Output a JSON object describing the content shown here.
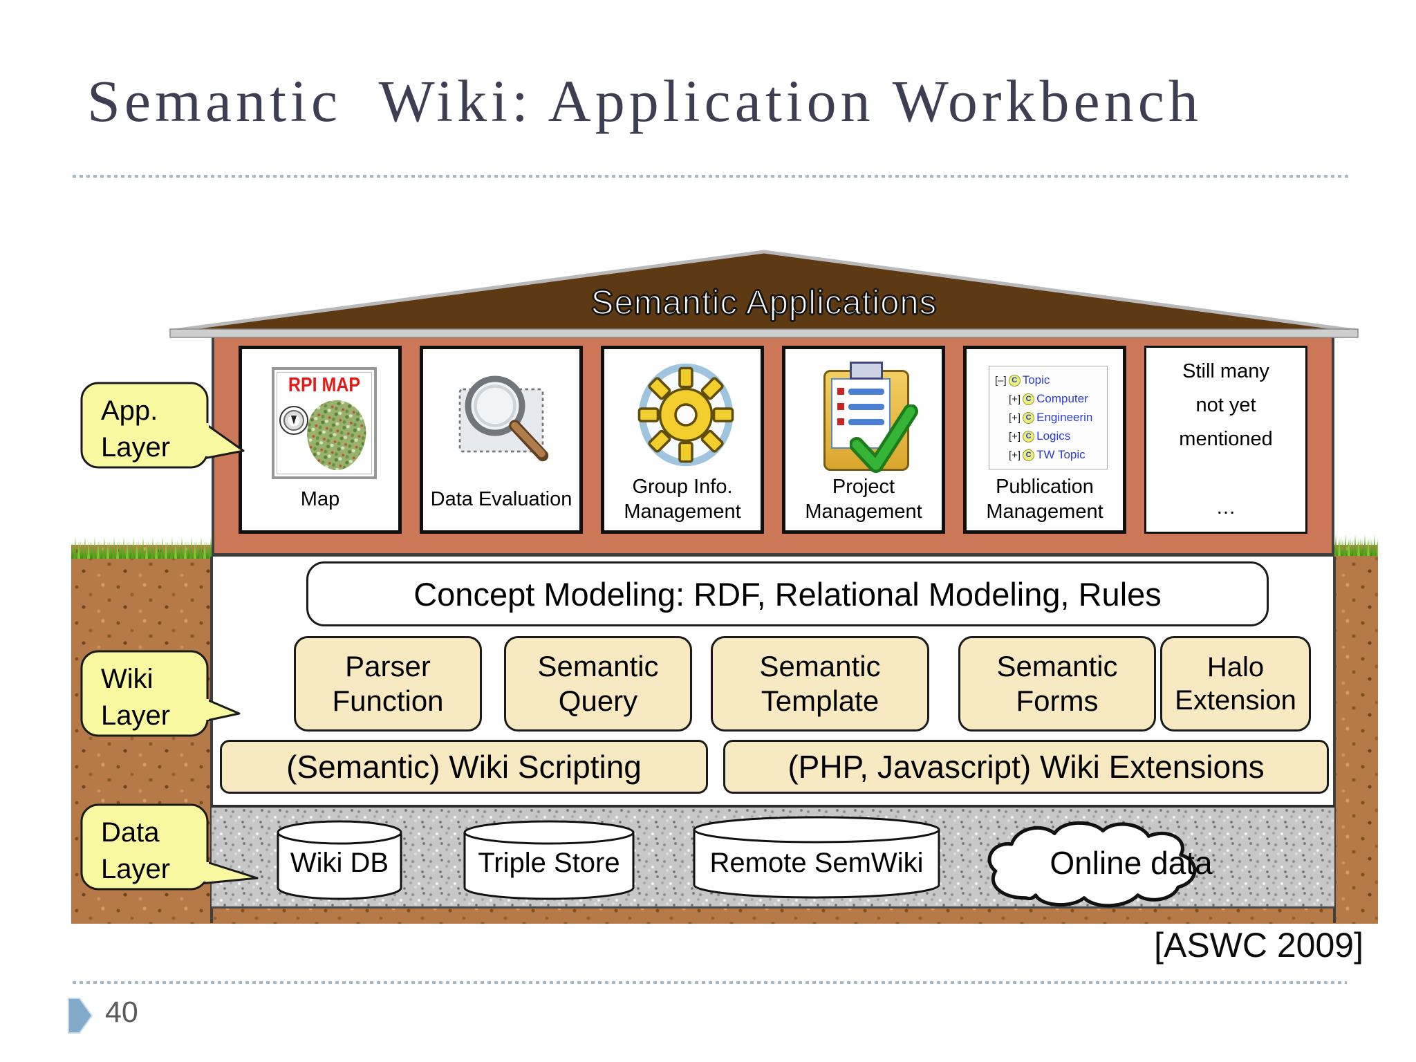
{
  "slide": {
    "title": "Semantic  Wiki: Application Workbench",
    "citation": "[ASWC 2009]",
    "page_number": "40"
  },
  "roof": {
    "label": "Semantic Applications"
  },
  "callouts": {
    "app": "App.\nLayer",
    "wiki": "Wiki\nLayer",
    "data": "Data\nLayer"
  },
  "app_layer": {
    "boxes": [
      {
        "label": "Map",
        "rpi_title": "RPI MAP"
      },
      {
        "label": "Data Evaluation"
      },
      {
        "label": "Group Info.\nManagement"
      },
      {
        "label": "Project\nManagement"
      },
      {
        "label": "Publication\nManagement",
        "tree": [
          {
            "toggle": "[–]",
            "name": "Topic"
          },
          {
            "toggle": "[+]",
            "name": "Computer"
          },
          {
            "toggle": "[+]",
            "name": "Engineerin"
          },
          {
            "toggle": "[+]",
            "name": "Logics"
          },
          {
            "toggle": "[+]",
            "name": "TW Topic"
          }
        ],
        "class_icon_letter": "C"
      },
      {
        "label": "Still many\nnot yet\nmentioned\n\n…"
      }
    ]
  },
  "wiki_layer": {
    "concept_bar": "Concept Modeling: RDF, Relational Modeling, Rules",
    "modules": [
      "Parser\nFunction",
      "Semantic\nQuery",
      "Semantic\nTemplate",
      "Semantic\nForms",
      "Halo\nExtension"
    ],
    "scripting_bar": "(Semantic) Wiki Scripting",
    "extensions_bar": "(PHP, Javascript) Wiki Extensions"
  },
  "data_layer": {
    "stores": [
      "Wiki DB",
      "Triple Store",
      "Remote SemWiki"
    ],
    "cloud": "Online data"
  },
  "colors": {
    "wall_salmon": "#cb7758",
    "roof_brown": "#5e3a14",
    "callout_yellow": "#f8f9a0",
    "module_cream": "#f7eac2",
    "grass_green": "#6ec32d",
    "soil_brown": "#b57a47",
    "gravel_gray": "#c7c7c7",
    "title_ink": "#3e3e52",
    "dash_blue": "#a4bac8",
    "page_arrow_blue": "#82aac9"
  }
}
